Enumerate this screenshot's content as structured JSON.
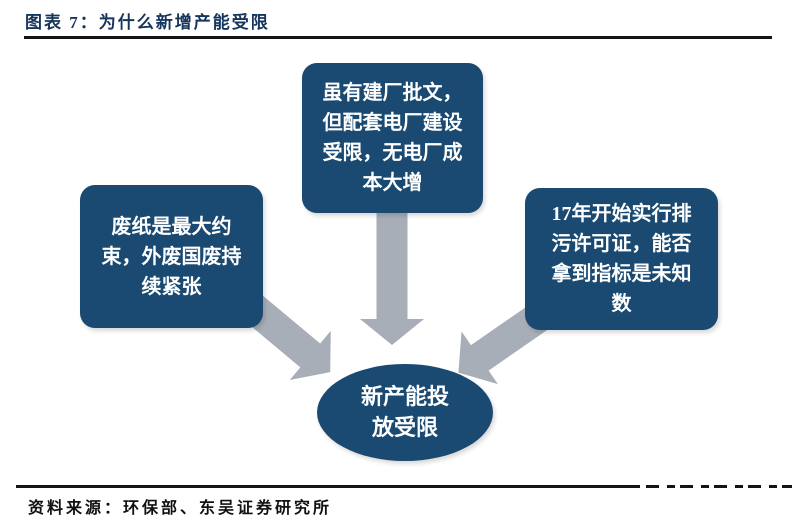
{
  "figure": {
    "title": "图表 7：为什么新增产能受限",
    "source": "资料来源：环保部、东吴证券研究所"
  },
  "diagram": {
    "cause_boxes": {
      "left": {
        "lines": [
          "废纸是最大约",
          "束，外废国废持",
          "续紧张"
        ]
      },
      "middle": {
        "lines": [
          "虽有建厂批文，",
          "但配套电厂建设",
          "受限，无电厂成",
          "本大增"
        ]
      },
      "right": {
        "lines": [
          "17年开始实行排",
          "污许可证，能否",
          "拿到指标是未知",
          "数"
        ]
      }
    },
    "result": {
      "lines": [
        "新产能投",
        "放受限"
      ]
    },
    "connectors": [
      {
        "icon": "arrow-down-right-icon",
        "from": "left-box",
        "to": "result"
      },
      {
        "icon": "arrow-down-icon",
        "from": "middle-box",
        "to": "result"
      },
      {
        "icon": "arrow-down-left-icon",
        "from": "right-box",
        "to": "result"
      }
    ]
  },
  "colors": {
    "box_fill": "#1a4971",
    "arrow_fill": "#a8aeb8",
    "title_color": "#16355c",
    "rule_color": "#141414",
    "box_text": "#ffffff"
  }
}
